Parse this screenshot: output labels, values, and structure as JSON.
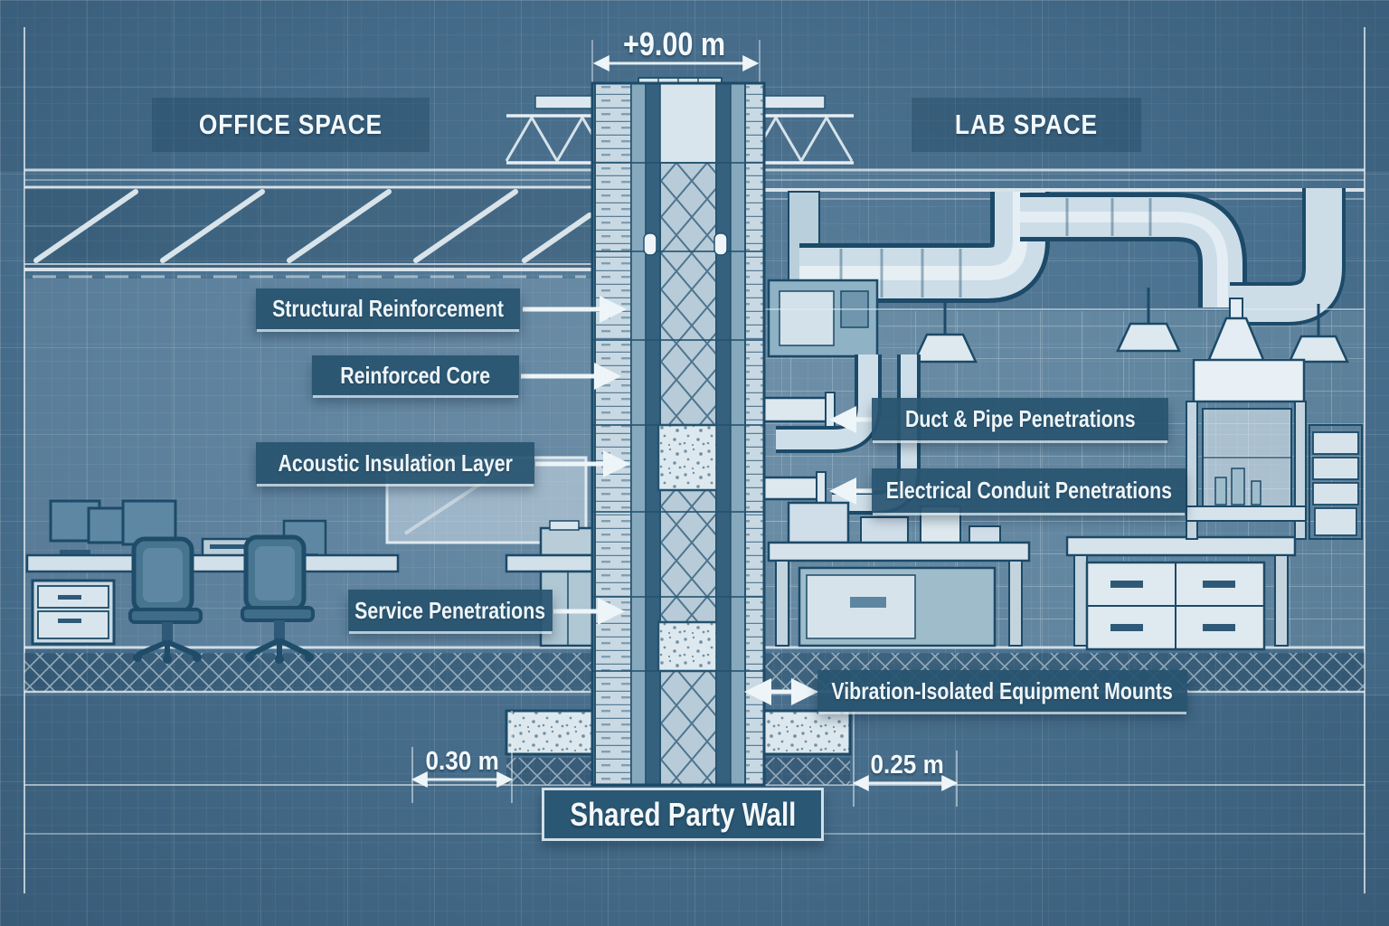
{
  "drawing": {
    "sheet_title": "Shared Party Wall",
    "zones": {
      "office": "OFFICE SPACE",
      "lab": "LAB SPACE"
    },
    "dimensions": {
      "top_level": "+9.00 m",
      "office_leaf": "0.30 m",
      "lab_leaf": "0.25 m"
    },
    "callouts": {
      "left": [
        {
          "label": "Structural Reinforcement"
        },
        {
          "label": "Reinforced Core"
        },
        {
          "label": "Acoustic Insulation Layer"
        },
        {
          "label": "Service Penetrations"
        }
      ],
      "right": [
        {
          "label": "Duct & Pipe Penetrations"
        },
        {
          "label": "Electrical Conduit Penetrations"
        },
        {
          "label": "Vibration-Isolated Equipment Mounts"
        }
      ]
    },
    "colors": {
      "background": "#4a7290",
      "callout_box": "#2b5878",
      "line_light": "#e9f1f5",
      "line_dark": "#1f4d6b",
      "panel_light": "#cfdde6"
    }
  }
}
